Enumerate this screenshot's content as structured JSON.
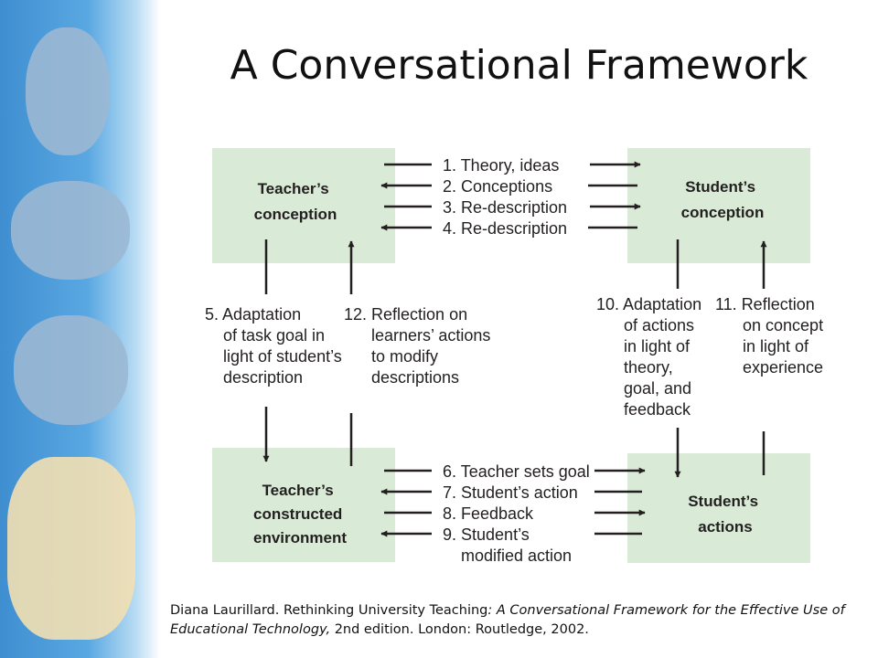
{
  "title": "A Conversational Framework",
  "sidebar": {
    "illustrations": [
      "scientist-icon",
      "teacher-at-board-icon",
      "student-at-desk-icon",
      "people-group-icon"
    ]
  },
  "boxes": {
    "teacher_conception": [
      "Teacher’s",
      "conception"
    ],
    "student_conception": [
      "Student’s",
      "conception"
    ],
    "teacher_environment": [
      "Teacher’s",
      "constructed",
      "environment"
    ],
    "student_actions": [
      "Student’s",
      "actions"
    ]
  },
  "top_items": [
    "1. Theory, ideas",
    "2. Conceptions",
    "3. Re-description",
    "4. Re-description"
  ],
  "bottom_items": [
    "6. Teacher sets goal",
    "7. Student’s action",
    "8. Feedback",
    "9. Student’s",
    "modified action"
  ],
  "left_labels": {
    "item5": [
      "5. Adaptation",
      "of task goal in",
      "light of student’s",
      "description"
    ],
    "item12": [
      "12. Reflection on",
      "learners’ actions",
      "to modify",
      "descriptions"
    ]
  },
  "right_labels": {
    "item10": [
      "10. Adaptation",
      "of actions",
      "in light of",
      "theory,",
      "goal, and",
      "feedback"
    ],
    "item11": [
      "11. Reflection",
      "on concept",
      "in light of",
      "experience"
    ]
  },
  "citation": {
    "author": "Diana Laurillard.  Rethinking University Teaching",
    "title_italic": ": A Conversational Framework for the Effective Use of Educational Technology,",
    "rest": " 2nd edition. London: Routledge, 2002."
  },
  "colors": {
    "box_fill": "#d9ead7",
    "arrow": "#231f20"
  }
}
